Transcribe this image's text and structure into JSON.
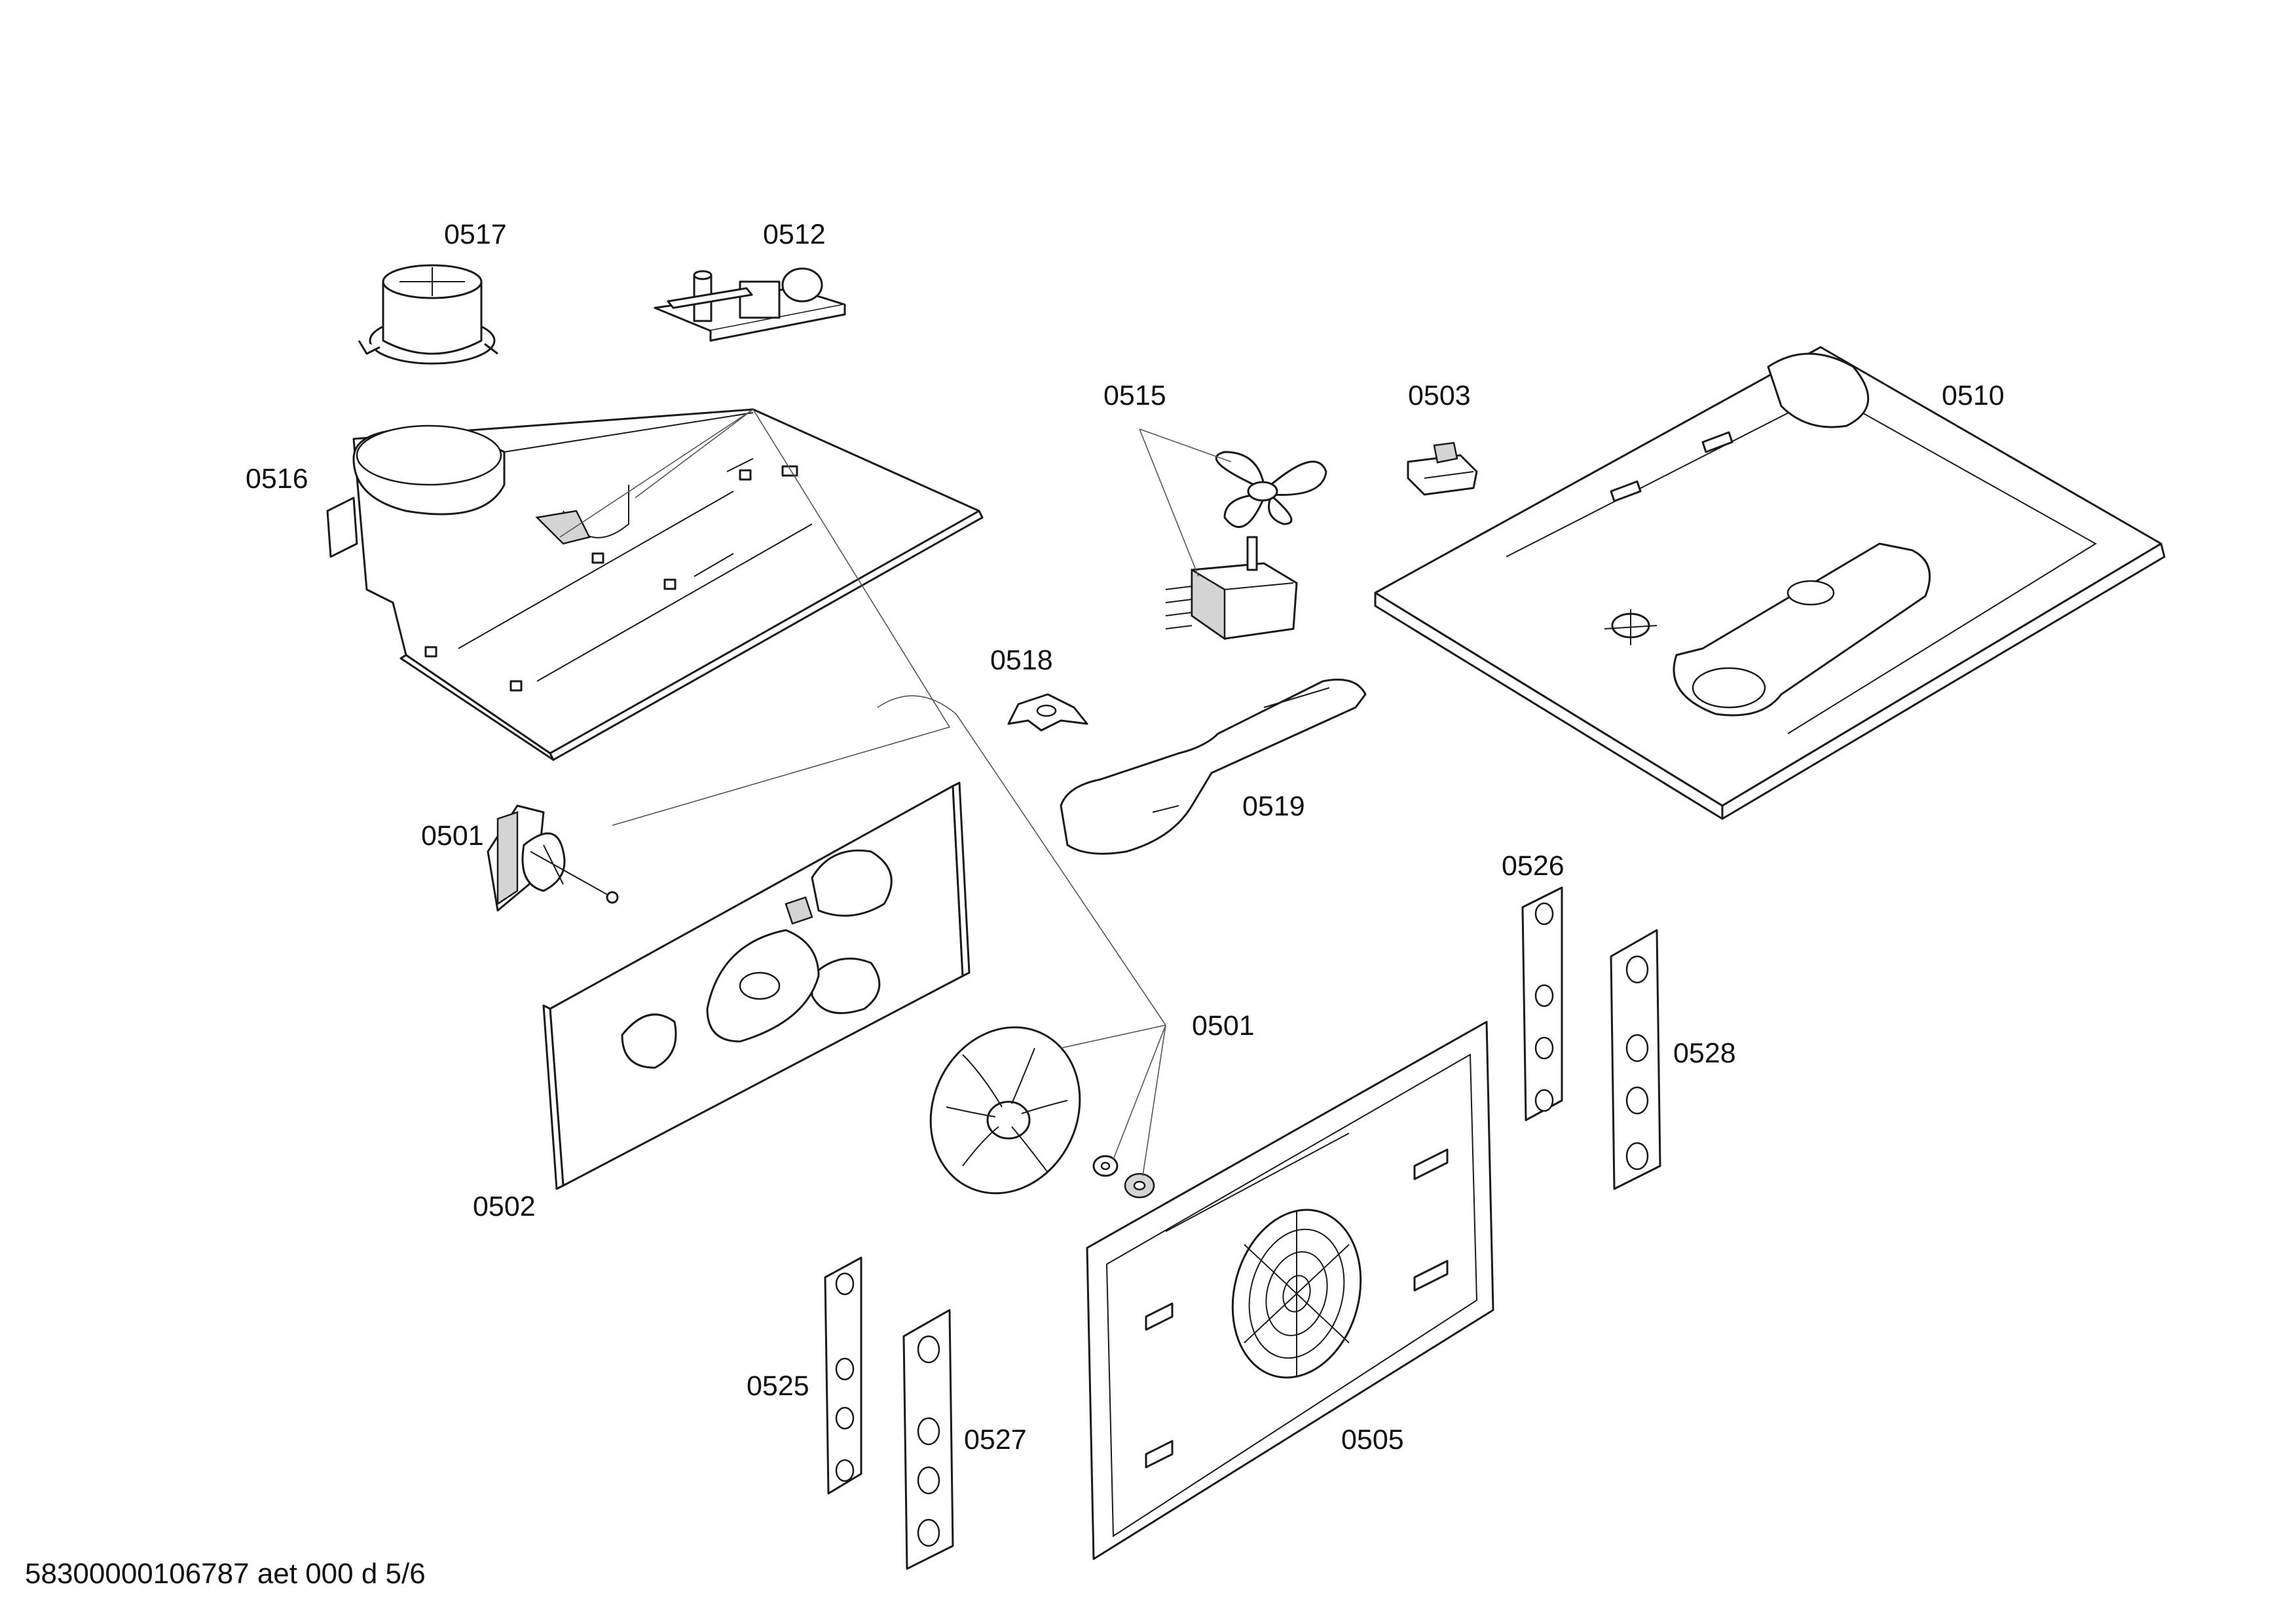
{
  "diagram": {
    "labels": [
      {
        "id": "0517",
        "text": "0517"
      },
      {
        "id": "0512",
        "text": "0512"
      },
      {
        "id": "0515",
        "text": "0515"
      },
      {
        "id": "0503",
        "text": "0503"
      },
      {
        "id": "0510",
        "text": "0510"
      },
      {
        "id": "0516",
        "text": "0516"
      },
      {
        "id": "0518",
        "text": "0518"
      },
      {
        "id": "0519",
        "text": "0519"
      },
      {
        "id": "0501a",
        "text": "0501"
      },
      {
        "id": "0526",
        "text": "0526"
      },
      {
        "id": "0501b",
        "text": "0501"
      },
      {
        "id": "0528",
        "text": "0528"
      },
      {
        "id": "0502",
        "text": "0502"
      },
      {
        "id": "0525",
        "text": "0525"
      },
      {
        "id": "0527",
        "text": "0527"
      },
      {
        "id": "0505",
        "text": "0505"
      }
    ],
    "footer": "58300000106787 aet 000 d 5/6"
  }
}
